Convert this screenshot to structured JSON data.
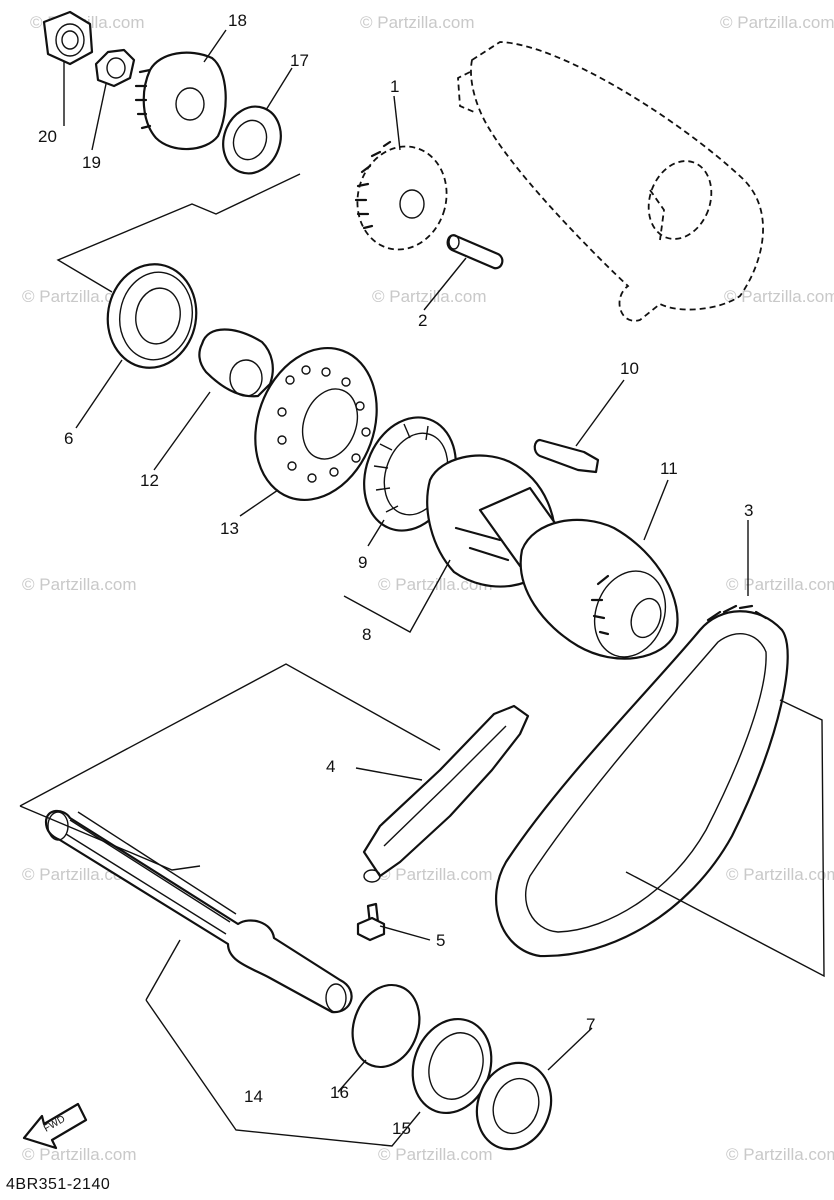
{
  "diagram": {
    "reference_code": "4BR351-2140",
    "fwd_label": "FWD",
    "watermark": "© Partzilla.com",
    "callouts": {
      "p1": "1",
      "p2": "2",
      "p3": "3",
      "p4": "4",
      "p5": "5",
      "p6": "6",
      "p7": "7",
      "p8": "8",
      "p9": "9",
      "p10": "10",
      "p11": "11",
      "p12": "12",
      "p13": "13",
      "p14": "14",
      "p15": "15",
      "p16": "16",
      "p17": "17",
      "p18": "18",
      "p19": "19",
      "p20": "20"
    }
  }
}
